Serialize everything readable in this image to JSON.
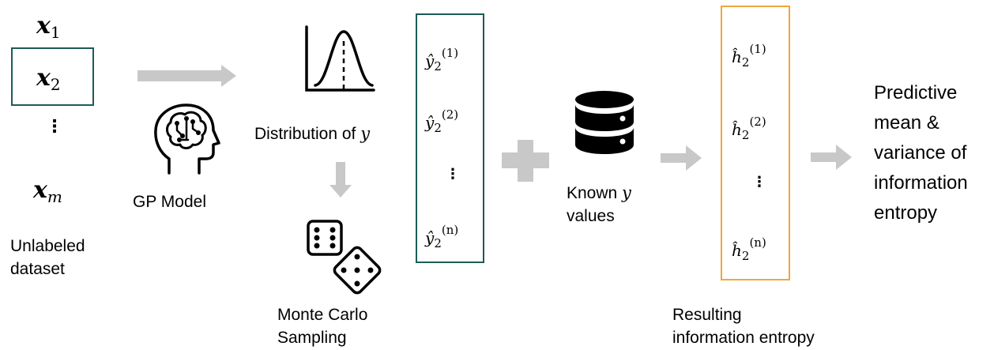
{
  "inputs": {
    "x1": {
      "base": "x",
      "sub": "1"
    },
    "x2": {
      "base": "x",
      "sub": "2"
    },
    "xm": {
      "base": "x",
      "sub": "m"
    },
    "vdots": "⋮",
    "caption_line1": "Unlabeled",
    "caption_line2": "dataset"
  },
  "gp_model": {
    "label": "GP Model",
    "icon": "brain-head-icon"
  },
  "distribution": {
    "label_prefix": "Distribution of ",
    "label_var": "y",
    "icon": "bell-curve-icon"
  },
  "monte_carlo": {
    "line1": "Monte Carlo",
    "line2": "Sampling",
    "icon": "dice-icon"
  },
  "samples": {
    "base": "ŷ",
    "sub": "2",
    "items": [
      "(1)",
      "(2)",
      "(n)"
    ],
    "vdots": "⋮",
    "border_color": "#1c5c57"
  },
  "plus": {
    "icon": "plus-icon",
    "color": "#c8c8c8"
  },
  "known": {
    "line1_prefix": "Known ",
    "line1_var": "y",
    "line2": "values",
    "icon": "database-icon"
  },
  "entropies": {
    "base": "ĥ",
    "sub": "2",
    "items": [
      "(1)",
      "(2)",
      "(n)"
    ],
    "vdots": "⋮",
    "border_color": "#f0a63c",
    "caption_line1": "Resulting",
    "caption_line2": "information entropy"
  },
  "output": {
    "lines": [
      "Predictive",
      "mean &",
      "variance of",
      "information",
      "entropy"
    ]
  },
  "arrow_color": "#c8c8c8"
}
